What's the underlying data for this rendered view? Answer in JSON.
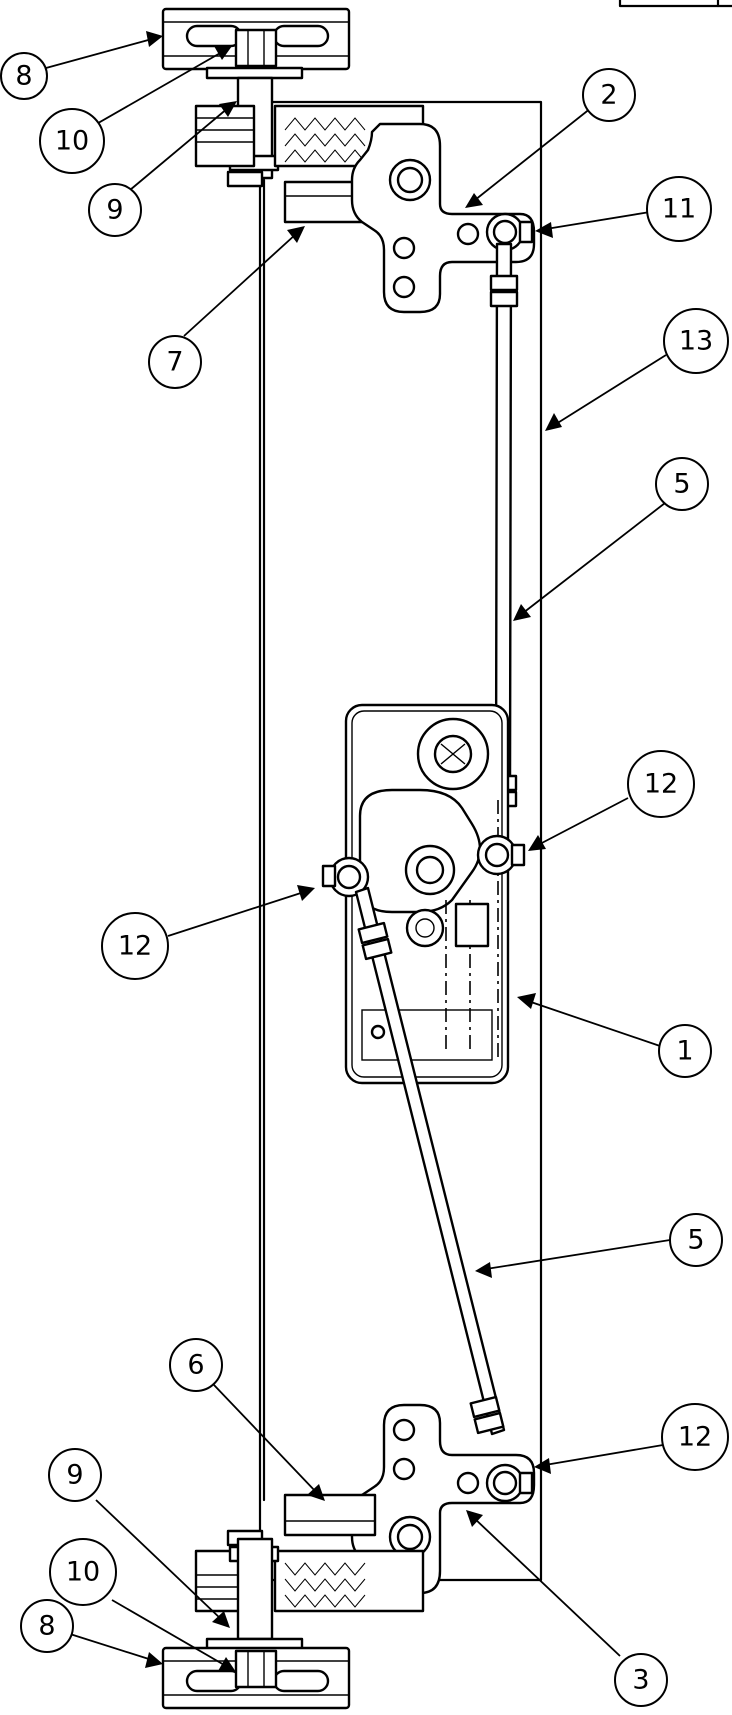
{
  "balloons": [
    {
      "id": "b8-top",
      "label": "8"
    },
    {
      "id": "b10-top",
      "label": "10"
    },
    {
      "id": "b9-top",
      "label": "9"
    },
    {
      "id": "b7",
      "label": "7"
    },
    {
      "id": "b2",
      "label": "2"
    },
    {
      "id": "b11",
      "label": "11"
    },
    {
      "id": "b13",
      "label": "13"
    },
    {
      "id": "b5-top",
      "label": "5"
    },
    {
      "id": "b12-right",
      "label": "12"
    },
    {
      "id": "b12-left",
      "label": "12"
    },
    {
      "id": "b1",
      "label": "1"
    },
    {
      "id": "b5-bottom",
      "label": "5"
    },
    {
      "id": "b6",
      "label": "6"
    },
    {
      "id": "b12-bottom",
      "label": "12"
    },
    {
      "id": "b9-bottom",
      "label": "9"
    },
    {
      "id": "b10-bottom",
      "label": "10"
    },
    {
      "id": "b8-bottom",
      "label": "8"
    },
    {
      "id": "b3",
      "label": "3"
    }
  ]
}
